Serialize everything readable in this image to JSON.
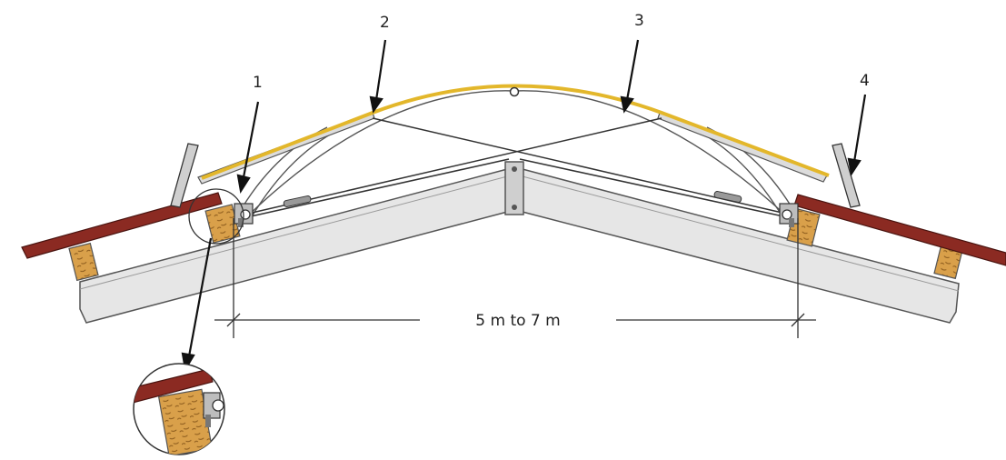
{
  "diagram": {
    "callouts": [
      {
        "id": "1",
        "label": "1"
      },
      {
        "id": "2",
        "label": "2"
      },
      {
        "id": "3",
        "label": "3"
      },
      {
        "id": "4",
        "label": "4"
      }
    ],
    "dimension": {
      "label": "5 m to 7 m"
    },
    "colors": {
      "roof_beam": "#e6e6e6",
      "roof_beam_stroke": "#555555",
      "tile": "#8b2a22",
      "timber": "#d9a04a",
      "cover_sheet": "#e3b72b",
      "frame": "#555555",
      "line": "#222222"
    }
  }
}
